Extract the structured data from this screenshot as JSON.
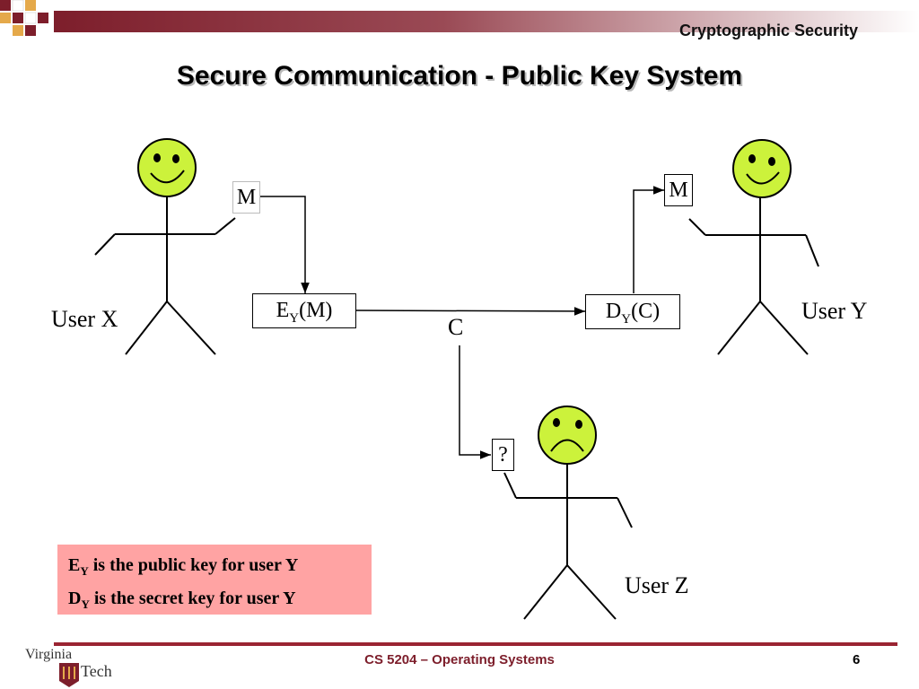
{
  "header": {
    "title": "Cryptographic Security"
  },
  "slide": {
    "title": "Secure Communication - Public Key System"
  },
  "diagram": {
    "user_x": "User X",
    "user_y": "User Y",
    "user_z": "User Z",
    "msg_x": "M",
    "msg_y": "M",
    "encrypt": {
      "base": "E",
      "sub": "Y",
      "arg": "(M)"
    },
    "decrypt": {
      "base": "D",
      "sub": "Y",
      "arg": "(C)"
    },
    "cipher": "C",
    "unknown": "?"
  },
  "legend": {
    "line1": {
      "base": "E",
      "sub": "Y",
      "text": " is the public key for user Y"
    },
    "line2": {
      "base": "D",
      "sub": "Y",
      "text": " is the secret key for user Y"
    }
  },
  "footer": {
    "course": "CS 5204 – Operating Systems",
    "page": "6",
    "logo_top": "Virginia",
    "logo_bottom": "Tech"
  },
  "colors": {
    "face": "#ccf23b",
    "maroon": "#7d1e2b",
    "legend_bg": "#ffa3a3"
  }
}
